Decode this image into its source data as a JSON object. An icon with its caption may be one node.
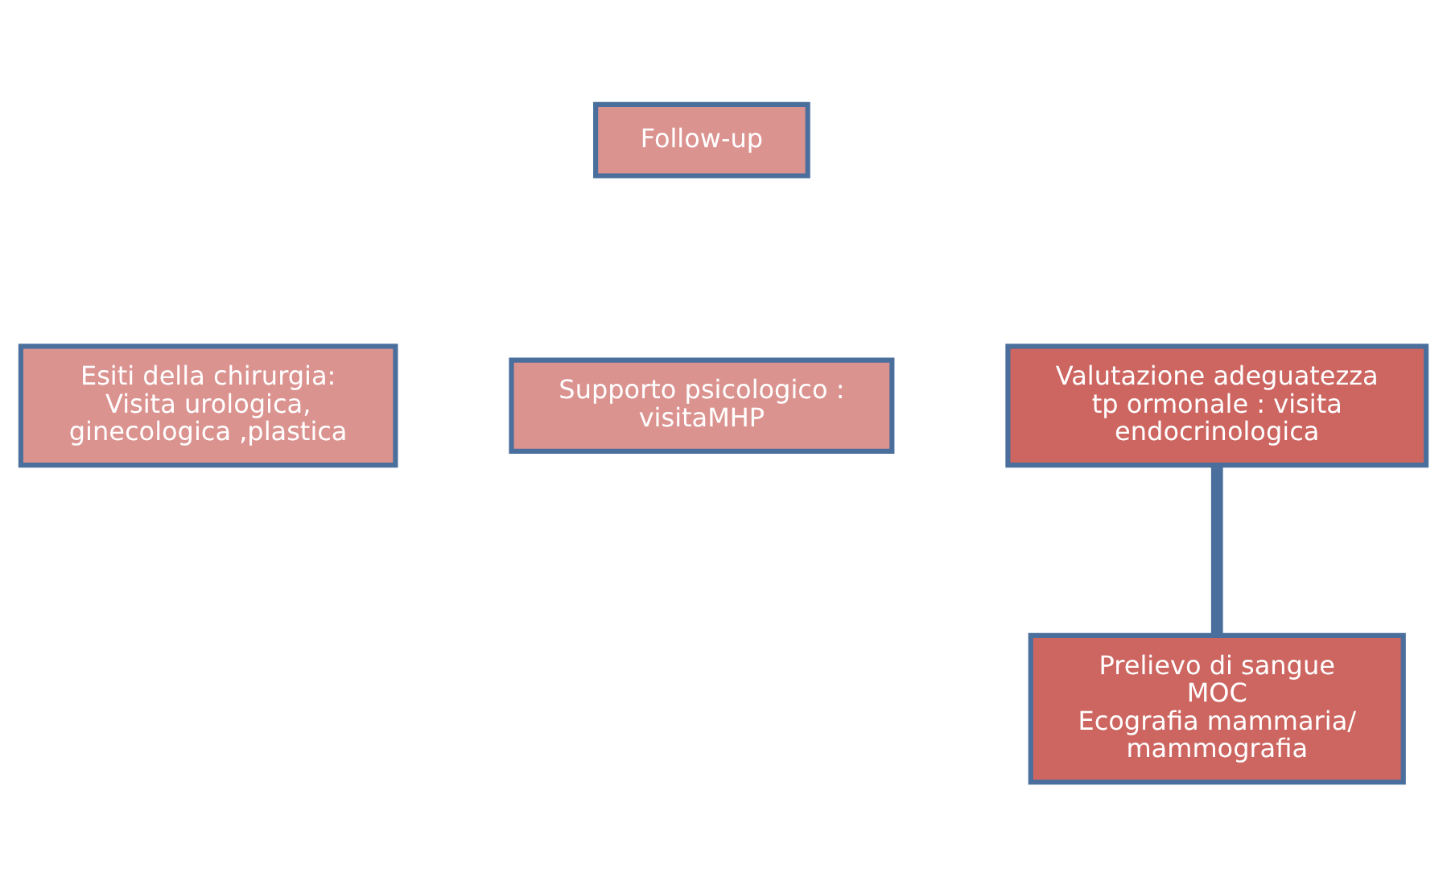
{
  "diagram": {
    "nodes": [
      {
        "text": [
          "Follow-up"
        ]
      },
      {
        "text": [
          "Esiti della chirurgia: Visita urologica, ginecologica ,plastica"
        ]
      },
      {
        "text": [
          "Supporto psicologico : visitaMHP"
        ]
      },
      {
        "text": [
          "Valutazione adeguatezza tp ormonale : visita endocrinologica"
        ]
      },
      {
        "text": [
          "Prelievo di sangue",
          "MOC",
          "Ecografia mammaria/ mammografia"
        ]
      }
    ],
    "edges": [
      {
        "from": 3,
        "to": 4,
        "arrow": "none"
      }
    ]
  }
}
